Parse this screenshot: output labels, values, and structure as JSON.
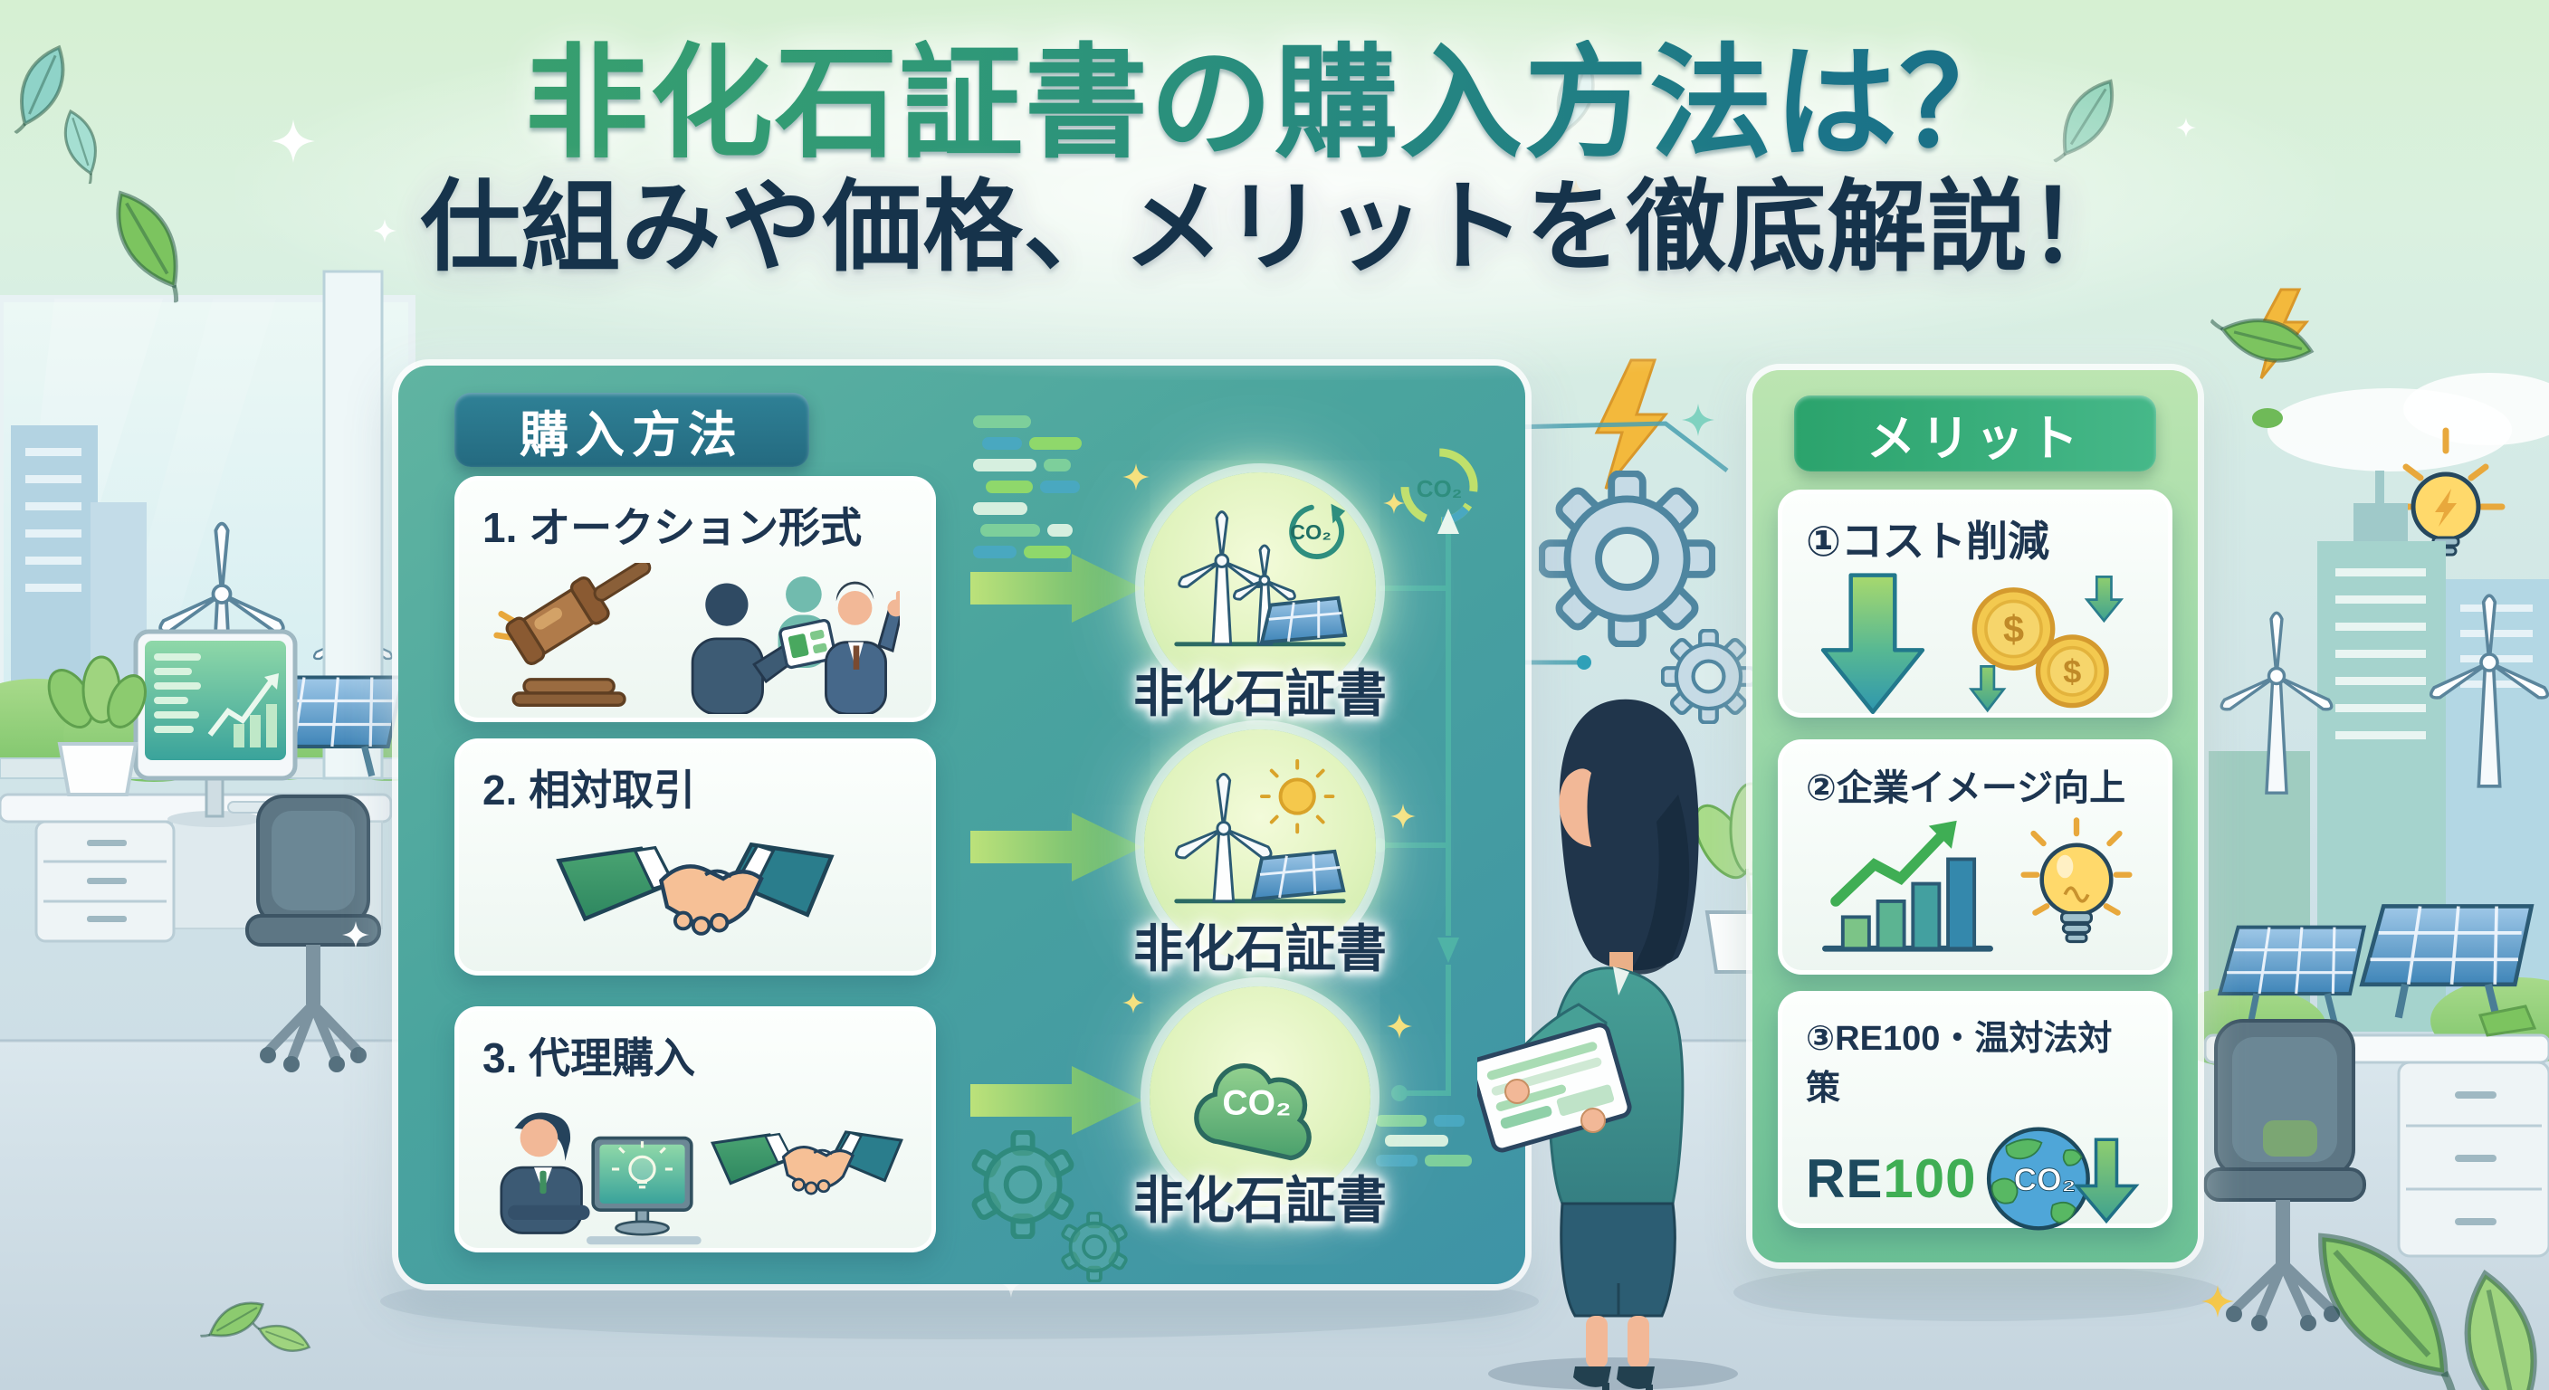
{
  "title": {
    "line1": "非化石証書の購入方法は？",
    "line2": "仕組みや価格、メリットを徹底解説！"
  },
  "purchase_panel": {
    "header": "購入方法",
    "methods": [
      {
        "label": "1. オークション形式",
        "icons": [
          "gavel-icon",
          "auction-bidders-icon"
        ]
      },
      {
        "label": "2. 相対取引",
        "icons": [
          "handshake-icon"
        ]
      },
      {
        "label": "3. 代理購入",
        "icons": [
          "person-computer-icon",
          "handshake-icon"
        ]
      }
    ],
    "certificates": [
      {
        "label": "非化石証書",
        "icon": "wind-solar-co2-icon",
        "badge": "CO₂"
      },
      {
        "label": "非化石証書",
        "icon": "wind-sun-solar-icon",
        "badge": ""
      },
      {
        "label": "非化石証書",
        "icon": "co2-cloud-icon",
        "badge": "CO₂"
      }
    ],
    "co2_gauge": "CO₂"
  },
  "merit_panel": {
    "header": "メリット",
    "merits": [
      {
        "label": "①コスト削減",
        "icons": [
          "down-arrow-icon",
          "coins-icon"
        ],
        "coin_symbol": "$"
      },
      {
        "label": "②企業イメージ向上",
        "icons": [
          "growth-chart-icon",
          "lightbulb-icon"
        ]
      },
      {
        "label": "③RE100・温対法対策",
        "icons": [
          "re100-logo",
          "globe-co2-icon"
        ],
        "re100_re": "RE",
        "re100_num": "100",
        "globe_badge": "CO₂"
      }
    ]
  },
  "colors": {
    "title_green": "#41a763",
    "title_teal": "#145e7c",
    "title_navy": "#16334b",
    "panel_teal": "#4aa49e",
    "panel_green": "#90d3a4",
    "badge_teal": "#2f8196",
    "badge_green": "#2ba36c",
    "text_dark": "#1d3550",
    "accent_green": "#57b06b",
    "re100_green": "#3fae54",
    "coin_gold": "#f3c94f"
  }
}
